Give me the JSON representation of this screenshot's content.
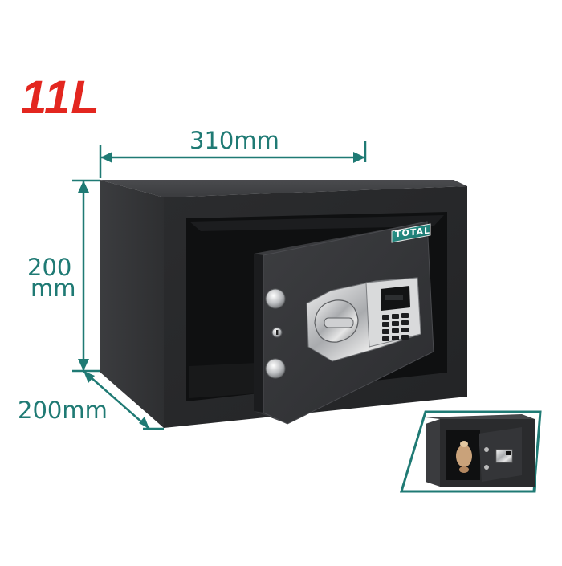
{
  "capacity": "11L",
  "dimensions": {
    "width": "310mm",
    "height_value": "200",
    "height_unit": "mm",
    "depth": "200mm"
  },
  "brand": "TOTAL",
  "colors": {
    "capacity_red": "#e3261f",
    "dimension_teal": "#1f7a74",
    "safe_body": "#2f3032"
  }
}
